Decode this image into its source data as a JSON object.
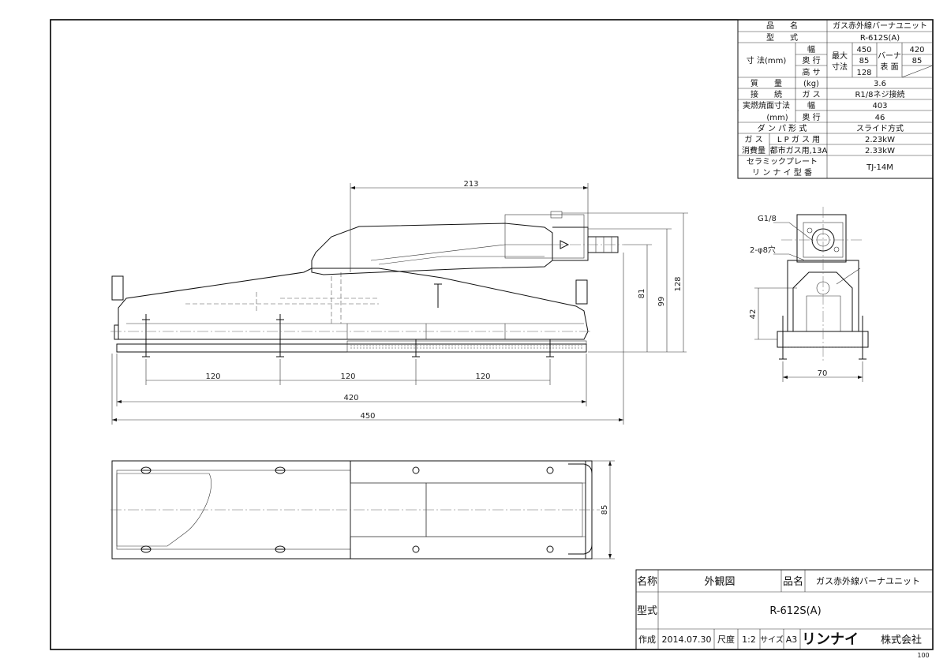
{
  "spec_table": {
    "rows": [
      [
        "品　　名",
        "ガス赤外線バーナユニット"
      ],
      [
        "型　　式",
        "R-612S(A)"
      ]
    ],
    "size_label": "寸 法(mm)",
    "size_sub": [
      "幅",
      "奥 行",
      "高 サ"
    ],
    "max_label": "最大寸法",
    "max_values": [
      "450",
      "85",
      "128"
    ],
    "burner_label": "バーナ表面",
    "burner_values": [
      "420",
      "85"
    ],
    "mass_label": "質　　量",
    "mass_unit": "(kg)",
    "mass_value": "3.6",
    "conn_label": "接　　続",
    "conn_sub": "ガ ス",
    "conn_value": "R1/8ネジ接続",
    "burn_area_label": "実燃焼面寸法",
    "burn_area_unit": "(mm)",
    "burn_area_sub": [
      "幅",
      "奥 行"
    ],
    "burn_area_values": [
      "403",
      "46"
    ],
    "damper_label": "ダ ン パ 形 式",
    "damper_value": "スライド方式",
    "gas_label": "ガ ス",
    "gas_label2": "消費量",
    "gas_sub": [
      "L P ガ ス 用",
      "都市ガス用,13A"
    ],
    "gas_values": [
      "2.23kW",
      "2.33kW"
    ],
    "ceramic_label": "セラミックプレート",
    "ceramic_label2": "リ ン ナ イ 型 番",
    "ceramic_value": "TJ-14M"
  },
  "dimensions": {
    "d213": "213",
    "d81": "81",
    "d99": "99",
    "d128": "128",
    "d120a": "120",
    "d120b": "120",
    "d120c": "120",
    "d420": "420",
    "d450": "450",
    "d85": "85",
    "d70": "70",
    "d42": "42",
    "g18": "G1/8",
    "hole": "2-φ8穴"
  },
  "title_block": {
    "name_label": "名称",
    "name_value": "外観図",
    "product_label": "品名",
    "product_value": "ガス赤外線バーナユニット",
    "model_label": "型式",
    "model_value": "R-612S(A)",
    "made_label": "作成",
    "made_value": "2014.07.30",
    "scale_label": "尺度",
    "scale_value": "1:2",
    "size_label": "サイズ",
    "size_value": "A3",
    "brand": "リンナイ",
    "company": "株式会社"
  },
  "page_number": "100"
}
